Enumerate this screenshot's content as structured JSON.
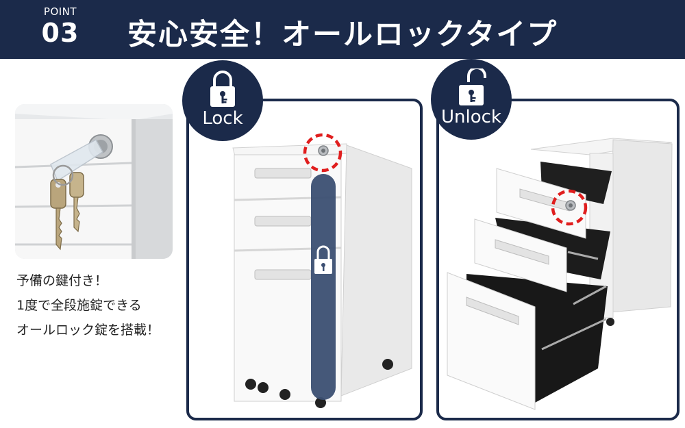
{
  "header": {
    "point_label": "POINT",
    "point_number": "03",
    "headline": "安心安全！オールロックタイプ"
  },
  "caption": {
    "lines": [
      "予備の鍵付き！",
      "1度で全段施錠できる",
      "オールロック錠を搭載！"
    ]
  },
  "lock_panel": {
    "label": "Lock",
    "icon": "padlock-closed-icon"
  },
  "unlock_panel": {
    "label": "Unlock",
    "icon": "padlock-open-icon"
  },
  "colors": {
    "navy": "#1b2a4a",
    "marker_red": "#e01e1e",
    "bar_blue": "#3b4f72",
    "white": "#ffffff"
  }
}
